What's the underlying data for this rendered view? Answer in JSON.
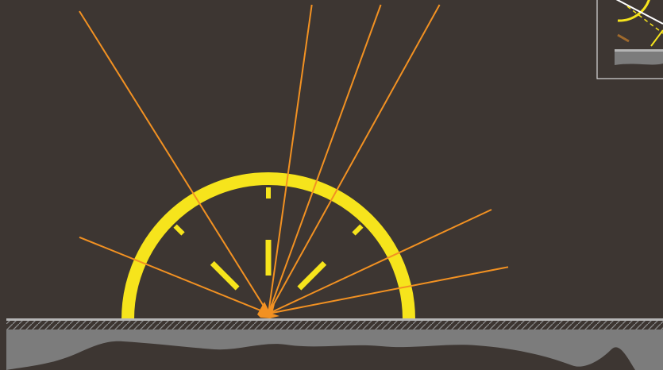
{
  "scene": {
    "background_color": "#3d3632",
    "ray_color": "#f29122",
    "dome_color": "#f6e41c",
    "ground_color": "#7c7c7c",
    "ground_top_color": "#b5b5b5",
    "inset_border_color": "#d8d8d8"
  },
  "rays": [
    {
      "name": "ray-1",
      "angle_deg": 158
    },
    {
      "name": "ray-2",
      "angle_deg": 122
    },
    {
      "name": "ray-3",
      "angle_deg": 82
    },
    {
      "name": "ray-4",
      "angle_deg": 70
    },
    {
      "name": "ray-5",
      "angle_deg": 61
    },
    {
      "name": "ray-6",
      "angle_deg": 25
    },
    {
      "name": "ray-7",
      "angle_deg": 11
    }
  ],
  "dome_marks": [
    {
      "name": "rim-tick",
      "angle_deg": 90
    },
    {
      "name": "rim-tick",
      "angle_deg": 135
    },
    {
      "name": "rim-tick",
      "angle_deg": 45
    },
    {
      "name": "inner-dash",
      "angle_deg": 90
    },
    {
      "name": "inner-dash",
      "angle_deg": 135
    },
    {
      "name": "inner-dash",
      "angle_deg": 45
    }
  ]
}
